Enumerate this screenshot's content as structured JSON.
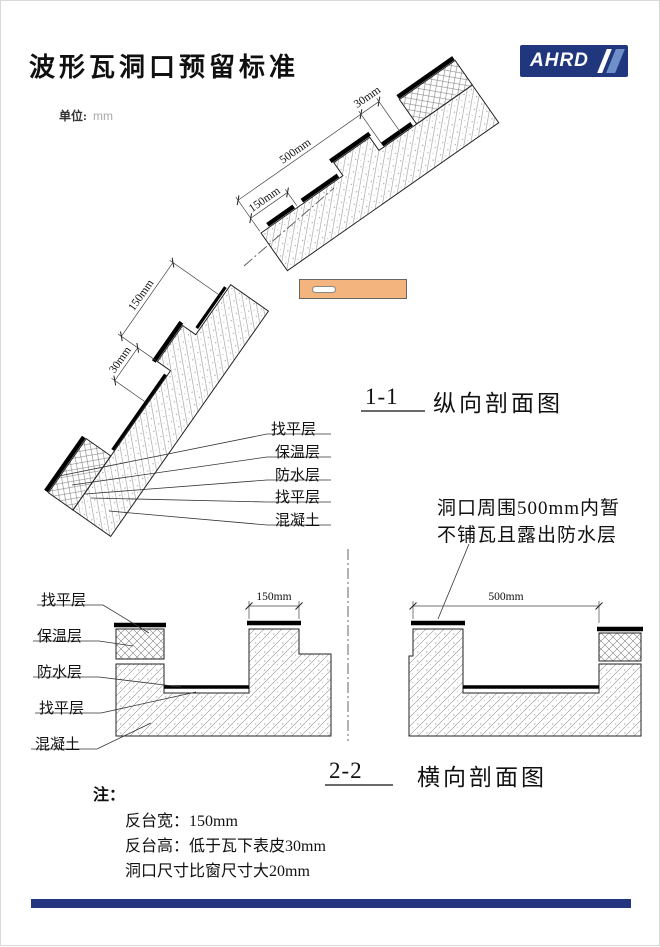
{
  "header": {
    "title": "波形瓦洞口预留标准",
    "unit_label": "单位:",
    "unit_value": "mm",
    "logo_text": "AHRD"
  },
  "layers": [
    "找平层",
    "保温层",
    "防水层",
    "找平层",
    "混凝土"
  ],
  "dimensions": {
    "top_500": "500mm",
    "top_30": "30mm",
    "top_150": "150mm",
    "mid_150": "150mm",
    "mid_30": "30mm",
    "bottom_left_150": "150mm",
    "bottom_right_500": "500mm"
  },
  "sections": {
    "s1_number": "1-1",
    "s1_name": "纵向剖面图",
    "s2_number": "2-2",
    "s2_name": "横向剖面图"
  },
  "annotation": {
    "line1": "洞口周围500mm内暂",
    "line2": "不铺瓦且露出防水层"
  },
  "notes": {
    "label": "注：",
    "items": [
      "反台宽：150mm",
      "反台高：低于瓦下表皮30mm",
      "洞口尺寸比窗尺寸大20mm"
    ]
  },
  "colors": {
    "accent_navy": "#22357e",
    "tile_orange": "#f3b57d",
    "line_black": "#000000"
  }
}
